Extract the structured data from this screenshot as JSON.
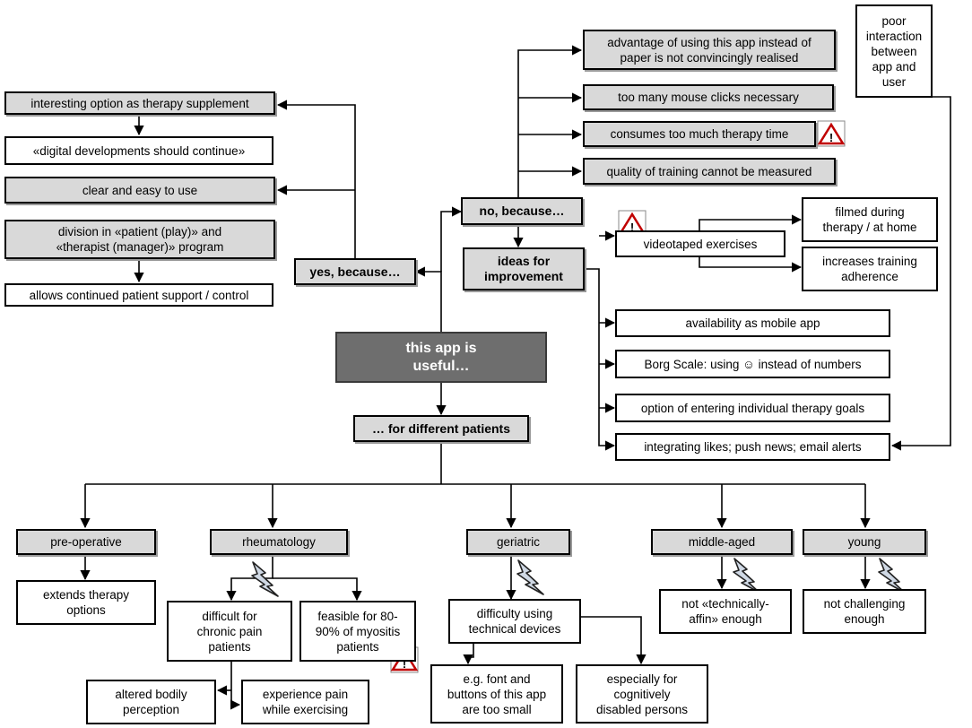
{
  "colors": {
    "box_fill": "#ffffff",
    "box_fill_gray": "#d9d9d9",
    "central_fill": "#6e6e6e",
    "central_text": "#ffffff",
    "line": "#000000",
    "warning_red": "#c00000",
    "lightning_fill": "#cfd8e4"
  },
  "icons": {
    "warning": "warning-triangle-icon",
    "lightning": "lightning-bolt-icon"
  },
  "nodes": {
    "central": "this app is\nuseful…",
    "yes_because": "yes, because…",
    "no_because": "no, because…",
    "ideas": "ideas for\nimprovement",
    "patients": "… for different patients",
    "yes_items": [
      "interesting option as therapy supplement",
      "«digital developments  should continue»",
      "clear and easy to use",
      "division in «patient (play)» and\n«therapist (manager)» program",
      "allows continued patient support / control"
    ],
    "no_items": [
      "advantage  of using this app instead of\npaper is not convincingly realised",
      "too many mouse clicks necessary",
      "consumes too much therapy time",
      "quality of training cannot be measured"
    ],
    "poor_interaction": "poor\ninteraction\nbetween\napp and\nuser",
    "ideas_items": {
      "videotaped": "videotaped  exercises",
      "filmed": "filmed during\ntherapy / at home",
      "adherence": "increases training\nadherence",
      "mobile": "availability as mobile app",
      "borg": "Borg Scale: using ☺ instead of numbers",
      "goals": "option of entering individual therapy goals",
      "likes": "integrating likes; push news; email alerts"
    },
    "groups": {
      "preop": "pre-operative",
      "rheum": "rheumatology",
      "geri": "geriatric",
      "middle": "middle-aged",
      "young": "young"
    },
    "details": {
      "extends": "extends therapy\noptions",
      "difficult_chronic": "difficult for\nchronic pain\npatients",
      "feasible": "feasible for 80-\n90% of myositis\npatients",
      "altered": "altered bodily\nperception",
      "experience": "experience pain\nwhile exercising",
      "difficulty_devices": "difficulty using\ntechnical devices",
      "font_small": "e.g. font and\nbuttons of this app\nare too small",
      "cognitive": "especially for\ncognitively\ndisabled persons",
      "not_affin": "not «technically-\naffin» enough",
      "not_challenging": "not challenging\nenough"
    }
  }
}
